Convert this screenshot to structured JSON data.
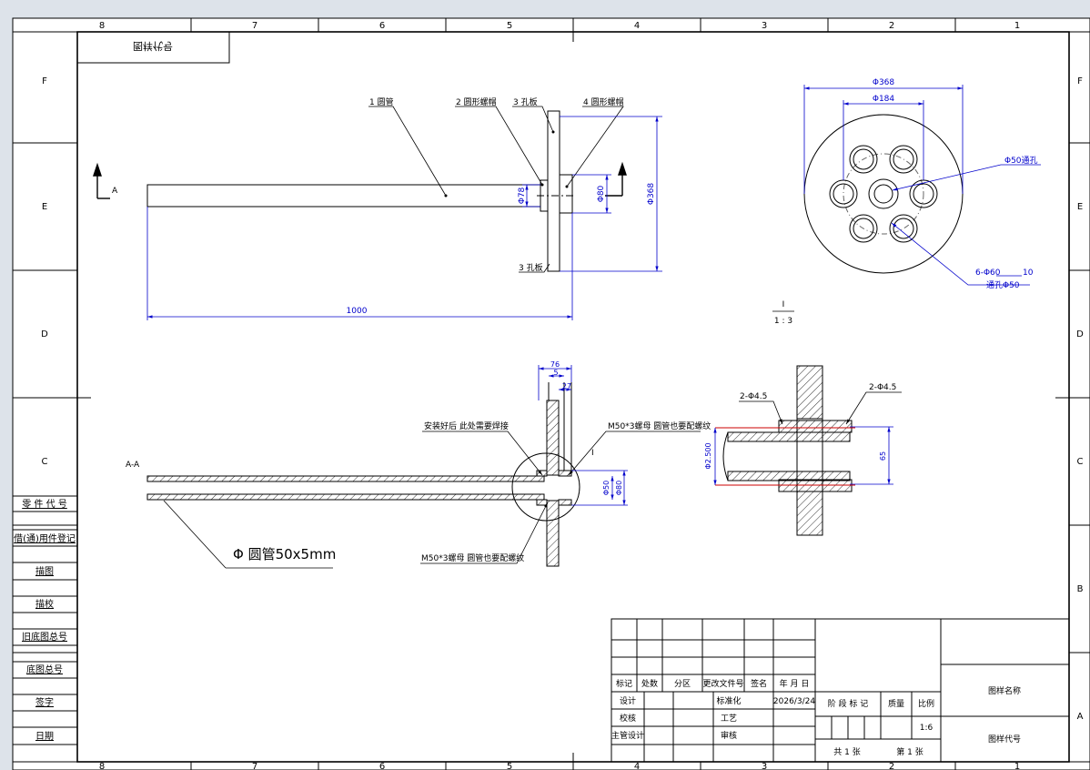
{
  "colors": {
    "background": "#dde3ea",
    "paper": "#ffffff",
    "line": "#000000",
    "dimension": "#0000cc",
    "cut": "#cc0000"
  },
  "zones": {
    "columns": [
      "8",
      "7",
      "6",
      "5",
      "4",
      "3",
      "2",
      "1"
    ],
    "rows": [
      "F",
      "E",
      "D",
      "C",
      "B",
      "A"
    ]
  },
  "mirrored_label": "图样代号",
  "left_panel": [
    "零 件 代 号",
    "借(通)用件登记",
    "描图",
    "描校",
    "旧底图总号",
    "底图总号",
    "签字",
    "日期"
  ],
  "front_view": {
    "part1": "1 圆管",
    "part2": "2 圆形螺帽",
    "part3": "3 孔板",
    "part4": "4 圆形螺帽",
    "part3_bottom": "3 孔板",
    "dim_pipe": "Φ78",
    "dim_nut": "Φ80",
    "dim_plate": "Φ368",
    "dim_length": "1000",
    "view_marker": "A"
  },
  "side_view": {
    "dim_outer": "Φ368",
    "dim_pcd": "Φ184",
    "hole_center": "Φ50通孔",
    "holes_spec": "6-Φ60",
    "holes_depth": "10",
    "holes_through": "通孔Φ50"
  },
  "scale_note": {
    "top": "I",
    "bottom": "1 : 3"
  },
  "section_view": {
    "title": "A-A",
    "weld_note": "安装好后 此处需要焊接",
    "nut_note_top": "M50*3螺母 圆管也要配螺纹",
    "nut_note_bottom": "M50*3螺母 圆管也要配螺纹",
    "pipe_label": "Φ 圆管50x5mm",
    "dim_76": "76",
    "dim_5": "5",
    "dim_27": "27",
    "dim_50": "Φ50",
    "dim_80": "Φ80",
    "detail_marker": "I"
  },
  "detail_view": {
    "left_hole": "2-Φ4.5",
    "right_hole": "2-Φ4.5",
    "dim_left": "Φ2.500",
    "dim_right": "65"
  },
  "title_block": {
    "headers": [
      "标记",
      "处数",
      "分区",
      "更改文件号",
      "签名",
      "年 月 日"
    ],
    "design": "设计",
    "check": "校核",
    "chief": "主管设计",
    "standard": "标准化",
    "process": "工艺",
    "review": "审核",
    "date": "2026/3/24",
    "stage": "阶 段 标 记",
    "weight": "质量",
    "scale": "比例",
    "scale_value": "1:6",
    "sheets_total": "共 1 张",
    "sheet_no": "第 1 张",
    "drawing_name": "图样名称",
    "drawing_code": "图样代号"
  }
}
